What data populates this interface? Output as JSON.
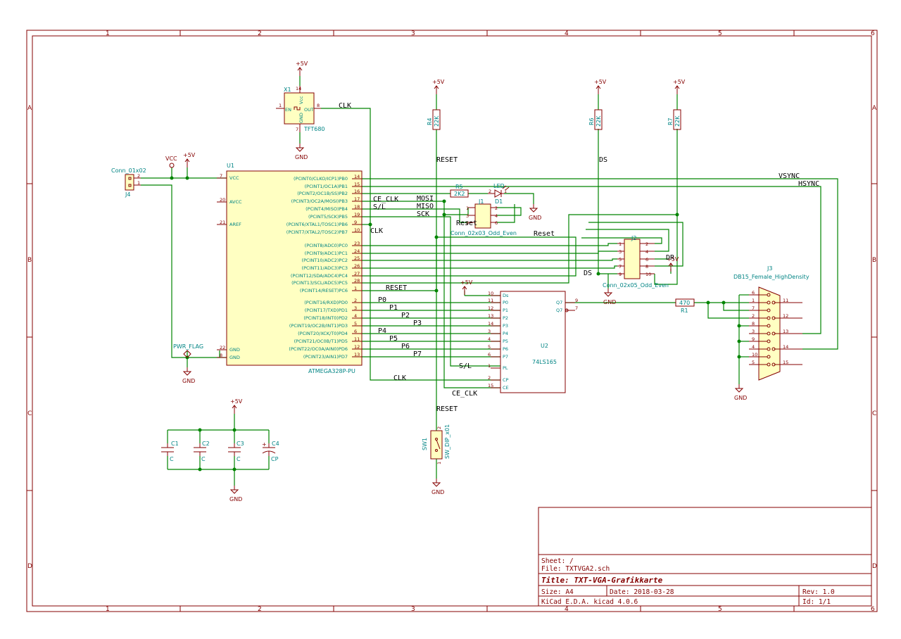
{
  "frame": {
    "columns": [
      "1",
      "2",
      "3",
      "4",
      "5",
      "6"
    ],
    "rows": [
      "A",
      "B",
      "C",
      "D"
    ]
  },
  "title_block": {
    "sheet": "Sheet: /",
    "file": "File: TXTVGA2.sch",
    "title": "Title: TXT-VGA-Grafikkarte",
    "size": "Size: A4",
    "date": "Date: 2018-03-28",
    "rev": "Rev: 1.0",
    "tool": "KiCad E.D.A.  kicad 4.0.6",
    "id": "Id: 1/1"
  },
  "components": {
    "u1": {
      "ref": "U1",
      "value": "ATMEGA328P-PU",
      "left_pins": [
        {
          "num": "7",
          "name": "VCC"
        },
        {
          "num": "20",
          "name": "AVCC"
        },
        {
          "num": "21",
          "name": "AREF"
        },
        {
          "num": "22",
          "name": "GND"
        },
        {
          "num": "8",
          "name": "GND"
        }
      ],
      "right_pins": [
        {
          "num": "14",
          "name": "(PCINT0/CLKO/ICP1)PB0"
        },
        {
          "num": "15",
          "name": "(PCINT1/OC1A)PB1"
        },
        {
          "num": "16",
          "name": "(PCINT2/OC1B/SS)PB2"
        },
        {
          "num": "17",
          "name": "(PCINT3/OC2A/MOSI)PB3"
        },
        {
          "num": "18",
          "name": "(PCINT4/MISO)PB4"
        },
        {
          "num": "19",
          "name": "(PCINT5/SCK)PB5"
        },
        {
          "num": "9",
          "name": "(PCINT6/XTAL1/TOSC1)PB6"
        },
        {
          "num": "10",
          "name": "(PCINT7/XTAL2/TOSC2)PB7"
        },
        {
          "num": "23",
          "name": "(PCINT8/ADC0)PC0"
        },
        {
          "num": "24",
          "name": "(PCINT9/ADC1)PC1"
        },
        {
          "num": "25",
          "name": "(PCINT10/ADC2)PC2"
        },
        {
          "num": "26",
          "name": "(PCINT11/ADC3)PC3"
        },
        {
          "num": "27",
          "name": "(PCINT12/SDA/ADC4)PC4"
        },
        {
          "num": "28",
          "name": "(PCINT13/SCL/ADC5)PC5"
        },
        {
          "num": "1",
          "name": "(PCINT14/RESET)PC6"
        },
        {
          "num": "2",
          "name": "(PCINT16/RXD)PD0"
        },
        {
          "num": "3",
          "name": "(PCINT17/TXD)PD1"
        },
        {
          "num": "4",
          "name": "(PCINT18/INT0)PD2"
        },
        {
          "num": "5",
          "name": "(PCINT19/OC2B/INT1)PD3"
        },
        {
          "num": "6",
          "name": "(PCINT20/XCK/T0)PD4"
        },
        {
          "num": "11",
          "name": "(PCINT21/OC0B/T1)PD5"
        },
        {
          "num": "12",
          "name": "(PCINT22/OC0A/AIN0)PD6"
        },
        {
          "num": "13",
          "name": "(PCINT23/AIN1)PD7"
        }
      ]
    },
    "u2": {
      "ref": "U2",
      "value": "74LS165",
      "left_pins": [
        {
          "num": "10",
          "name": "Ds"
        },
        {
          "num": "11",
          "name": "P0"
        },
        {
          "num": "12",
          "name": "P1"
        },
        {
          "num": "13",
          "name": "P2"
        },
        {
          "num": "14",
          "name": "P3"
        },
        {
          "num": "3",
          "name": "P4"
        },
        {
          "num": "4",
          "name": "P5"
        },
        {
          "num": "5",
          "name": "P6"
        },
        {
          "num": "6",
          "name": "P7"
        },
        {
          "num": "1",
          "name": "PL"
        },
        {
          "num": "2",
          "name": "CP"
        },
        {
          "num": "15",
          "name": "CE"
        }
      ],
      "right_pins": [
        {
          "num": "9",
          "name": "Q7"
        },
        {
          "num": "7",
          "name": "Q7"
        }
      ]
    },
    "x1": {
      "ref": "X1",
      "value": "TFT680",
      "pin_en": "EN",
      "pin_out": "OUT",
      "pin_vcc": "Vcc",
      "pin_gnd": "GND",
      "n1": "1",
      "n8": "8",
      "n14": "14",
      "n7": "7"
    },
    "j1": {
      "ref": "J1",
      "value": "Conn_02x03_Odd_Even",
      "pins": [
        "1",
        "2",
        "3",
        "4",
        "5",
        "6"
      ]
    },
    "j2": {
      "ref": "J2",
      "value": "Conn_02x05_Odd_Even",
      "pins": [
        "1",
        "2",
        "3",
        "4",
        "5",
        "6",
        "7",
        "8",
        "9",
        "10"
      ]
    },
    "j3": {
      "ref": "J3",
      "value": "DB15_Female_HighDensity",
      "pins_left": [
        "6",
        "1",
        "7",
        "2",
        "8",
        "3",
        "9",
        "4",
        "10",
        "5"
      ],
      "pins_right": [
        "11",
        "12",
        "13",
        "14",
        "15"
      ]
    },
    "j4": {
      "ref": "J4",
      "value": "Conn_01x02",
      "pins": [
        "2",
        "1"
      ]
    },
    "r1": {
      "ref": "R1",
      "value": "470"
    },
    "r4": {
      "ref": "R4",
      "value": "22K"
    },
    "r5": {
      "ref": "R5",
      "value": "2K2"
    },
    "r6": {
      "ref": "R6",
      "value": "22K"
    },
    "r7": {
      "ref": "R7",
      "value": "22K"
    },
    "d1": {
      "ref": "D1",
      "value": "LED",
      "n1": "1",
      "n2": "2"
    },
    "sw1": {
      "ref": "SW1",
      "value": "SW_DIP_x01",
      "n1": "1",
      "n2": "2"
    },
    "c1": {
      "ref": "C1",
      "value": "C"
    },
    "c2": {
      "ref": "C2",
      "value": "C"
    },
    "c3": {
      "ref": "C3",
      "value": "C"
    },
    "c4": {
      "ref": "C4",
      "value": "CP"
    },
    "pwr_flag": "PWR_FLAG"
  },
  "power": {
    "p5v": "+5V",
    "vcc": "VCC",
    "gnd": "GND"
  },
  "net_labels": {
    "clk": "CLK",
    "reset": "RESET",
    "reset2": "Reset",
    "ce_clk": "CE_CLK",
    "sl": "S/L",
    "mosi": "MOSI",
    "miso": "MISO",
    "sck": "SCK",
    "ds": "DS",
    "dr": "DR",
    "vsync": "VSYNC",
    "hsync": "HSYNC",
    "reset_j1": "Reset",
    "p0": "P0",
    "p1": "P1",
    "p2": "P2",
    "p3": "P3",
    "p4": "P4",
    "p5": "P5",
    "p6": "P6",
    "p7": "P7"
  },
  "colors": {
    "frame": "#840000",
    "wire": "#008400",
    "body": "#ffffc2",
    "ref": "#008484",
    "label": "#000000"
  }
}
